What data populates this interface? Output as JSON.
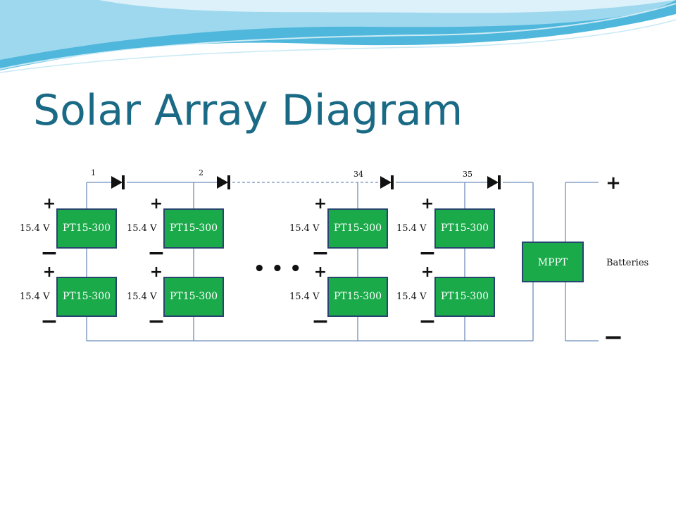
{
  "slide": {
    "title": "Solar Array Diagram",
    "title_color": "#1a6a86",
    "wave_colors": [
      "#4fb7dc",
      "#9ed8ee",
      "#dcf1f9"
    ]
  },
  "diagram": {
    "panel_label": "PT15-300",
    "panel_fill": "#1aaa4a",
    "panel_stroke": "#27456e",
    "voltage_label": "15.4 V",
    "plus_symbol": "+",
    "minus_symbol": "−",
    "string_numbers": [
      "1",
      "2",
      "34",
      "35"
    ],
    "ellipsis": "• • •",
    "mppt_label": "MPPT",
    "mppt_fill": "#1aaa4a",
    "batteries_label": "Batteries",
    "wire_color": "#6f8fbd",
    "diode_color": "#111111",
    "diode_icon": "diode-icon"
  }
}
